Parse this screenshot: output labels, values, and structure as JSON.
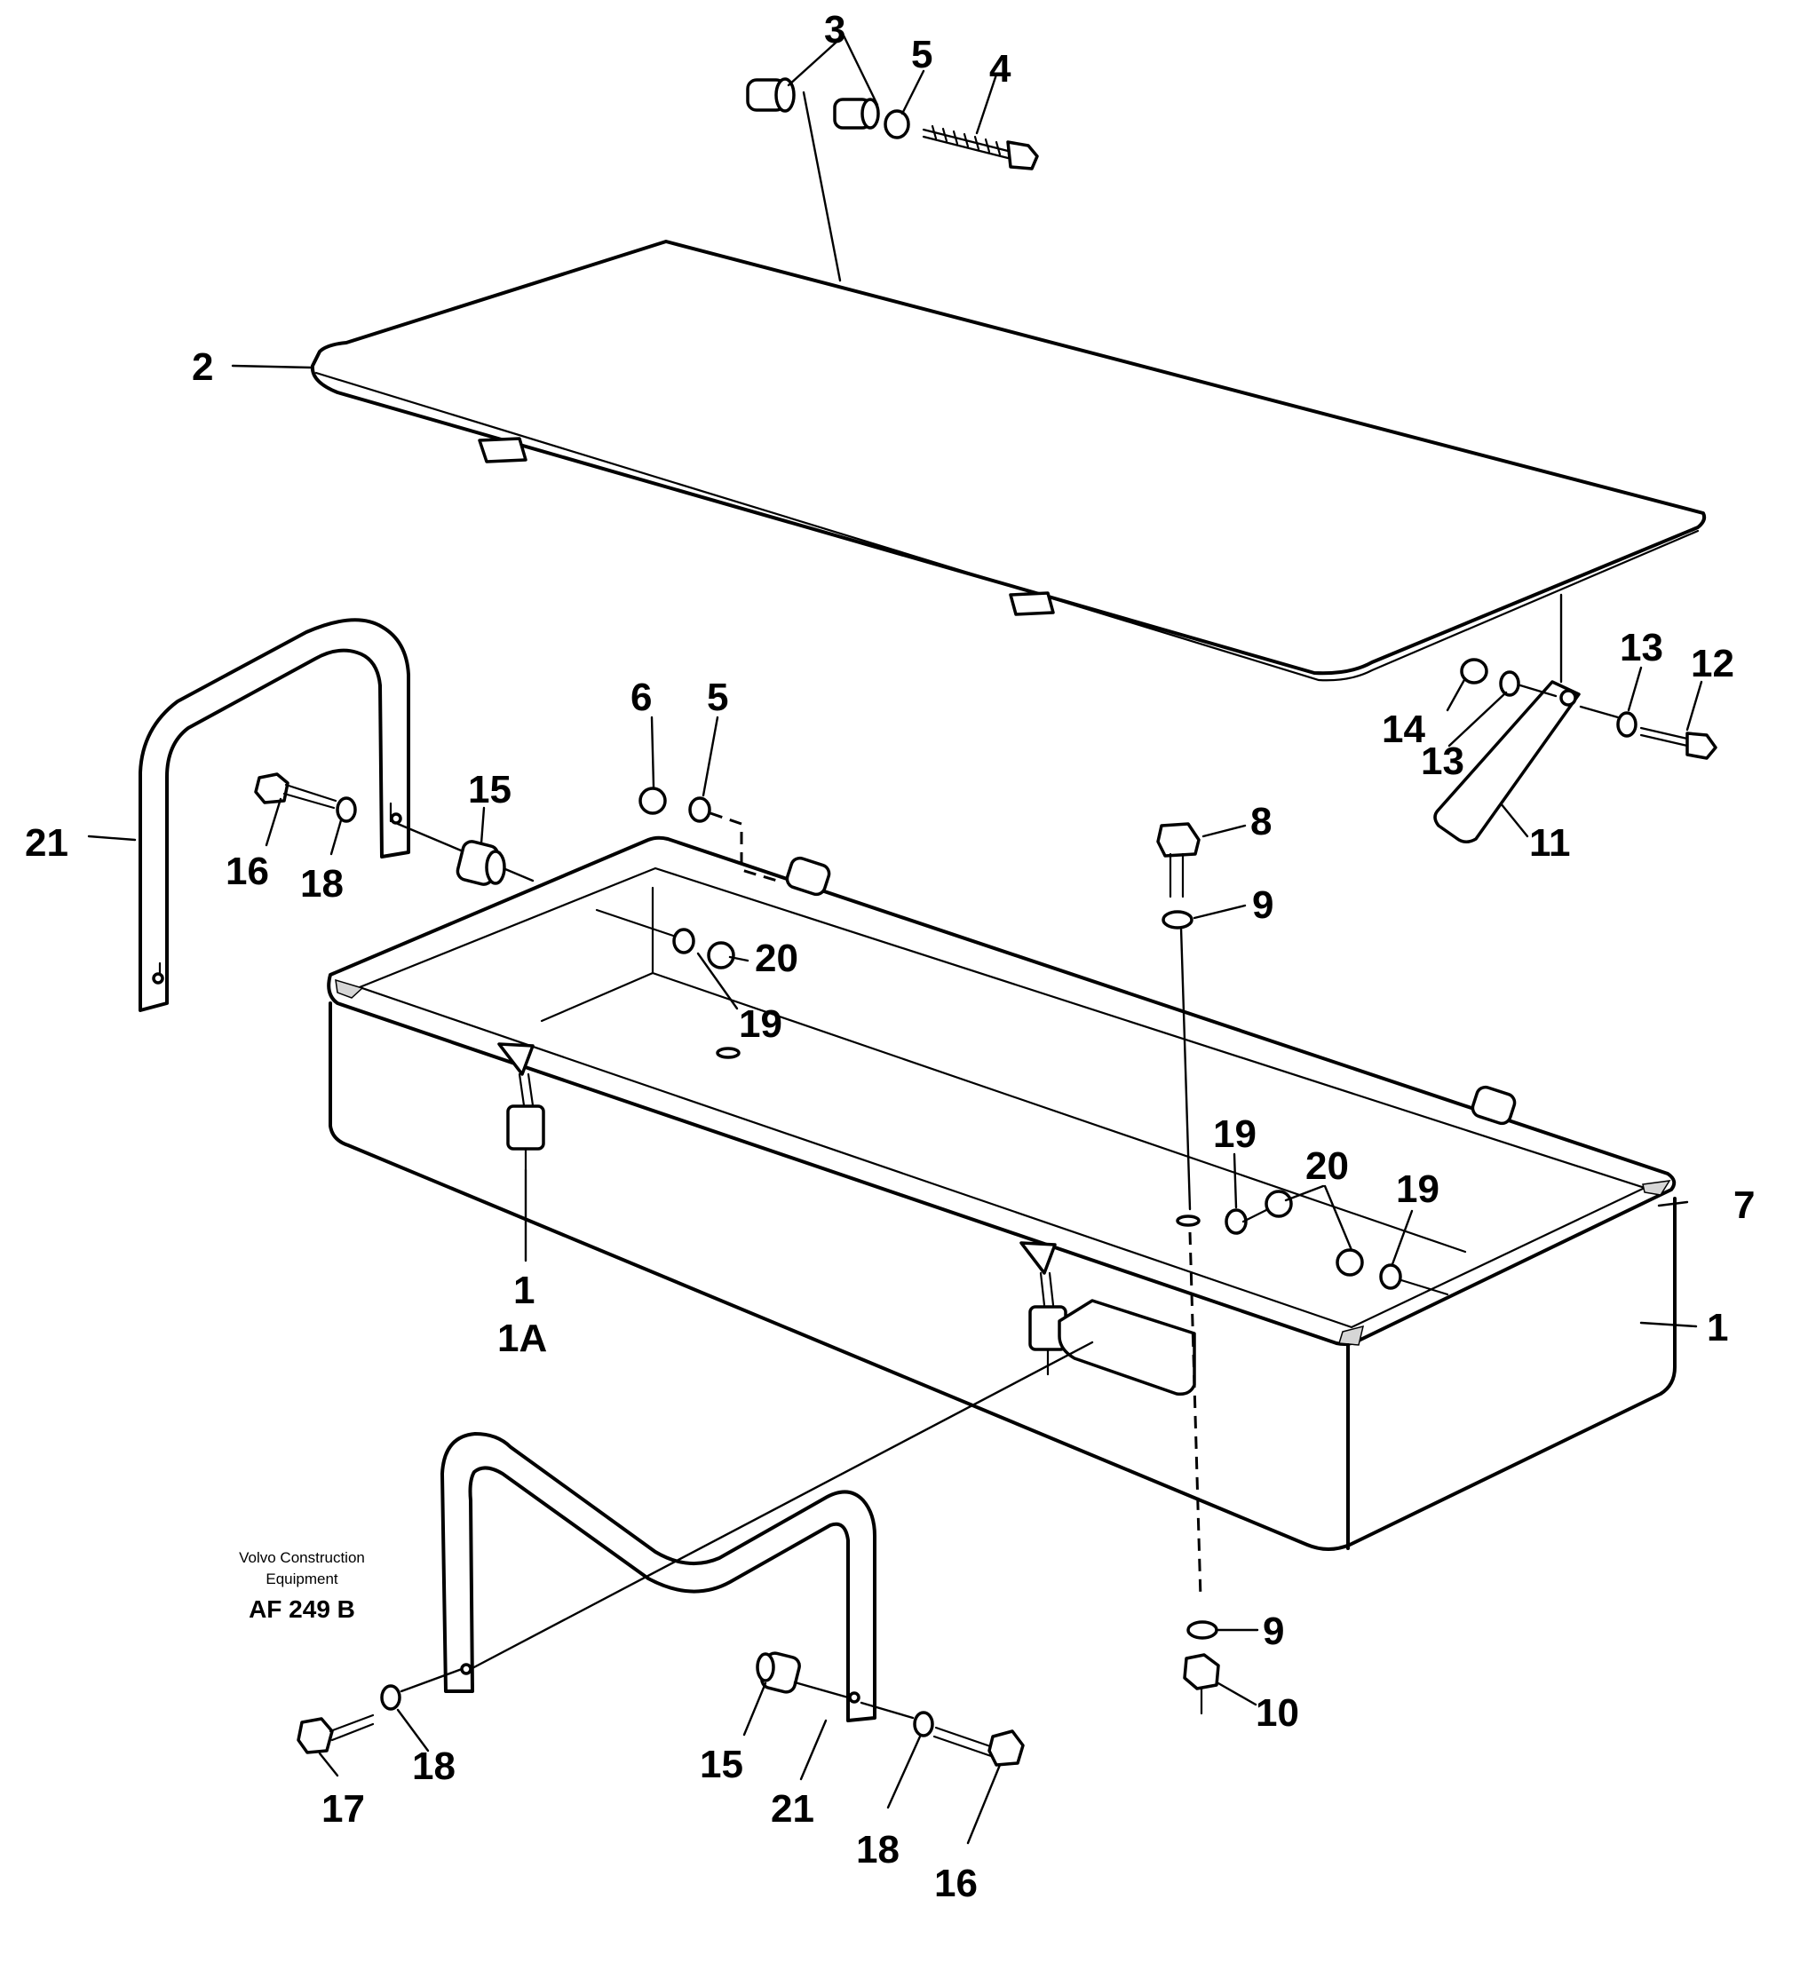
{
  "callouts": {
    "c3": "3",
    "c5_top": "5",
    "c4": "4",
    "c2": "2",
    "c6": "6",
    "c5_mid": "5",
    "c15_left": "15",
    "c21_left": "21",
    "c16_left": "16",
    "c18_left": "18",
    "c20_mid": "20",
    "c19_mid": "19",
    "c8": "8",
    "c9_top": "9",
    "c14": "14",
    "c13_left": "13",
    "c13_right": "13",
    "c12": "12",
    "c11": "11",
    "c19_a": "19",
    "c20_right": "20",
    "c19_b": "19",
    "c7": "7",
    "c1_right": "1",
    "c1_left": "1",
    "c1a": "1A",
    "c9_bottom": "9",
    "c10": "10",
    "c17": "17",
    "c18_bl": "18",
    "c15_bottom": "15",
    "c21_bottom": "21",
    "c18_br": "18",
    "c16_br": "16"
  },
  "footer": {
    "brand_line1": "Volvo Construction",
    "brand_line2": "Equipment",
    "drawing_code": "AF 249 B"
  },
  "colors": {
    "ink": "#000000",
    "paper": "#ffffff",
    "shading": "#d6d6d6"
  }
}
